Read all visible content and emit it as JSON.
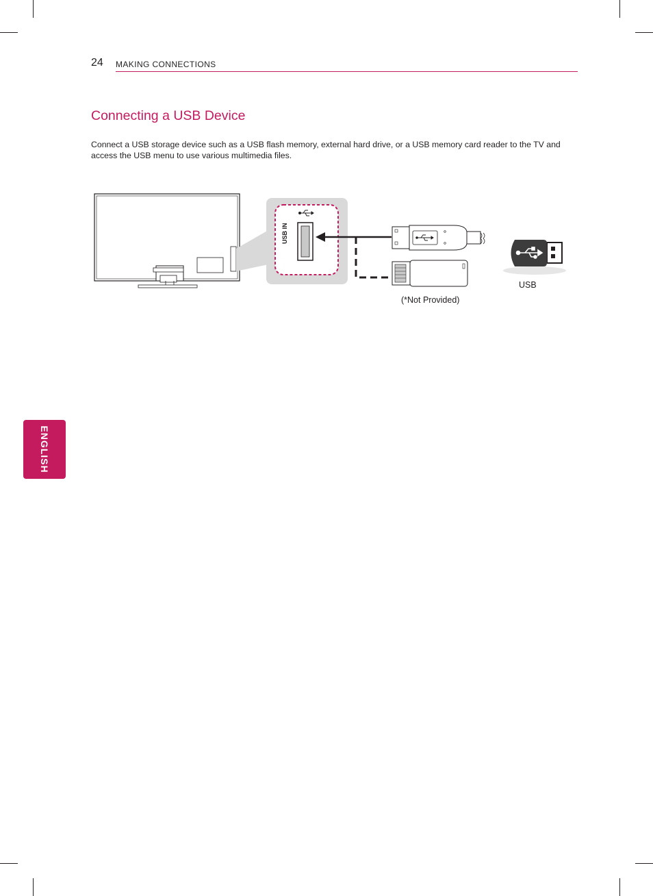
{
  "header": {
    "page_number": "24",
    "section_title": "MAKING CONNECTIONS"
  },
  "heading": "Connecting a USB Device",
  "body": "Connect a USB storage device such as a USB flash memory, external hard drive, or a USB memory card reader to the TV and access the USB menu to use various multimedia files.",
  "diagram": {
    "port_label": "USB IN",
    "device_note": "(*Not Provided)",
    "device_label": "USB"
  },
  "side_tab": {
    "label": "ENGLISH"
  },
  "colors": {
    "accent": "#c41a5e",
    "text": "#231f20"
  }
}
